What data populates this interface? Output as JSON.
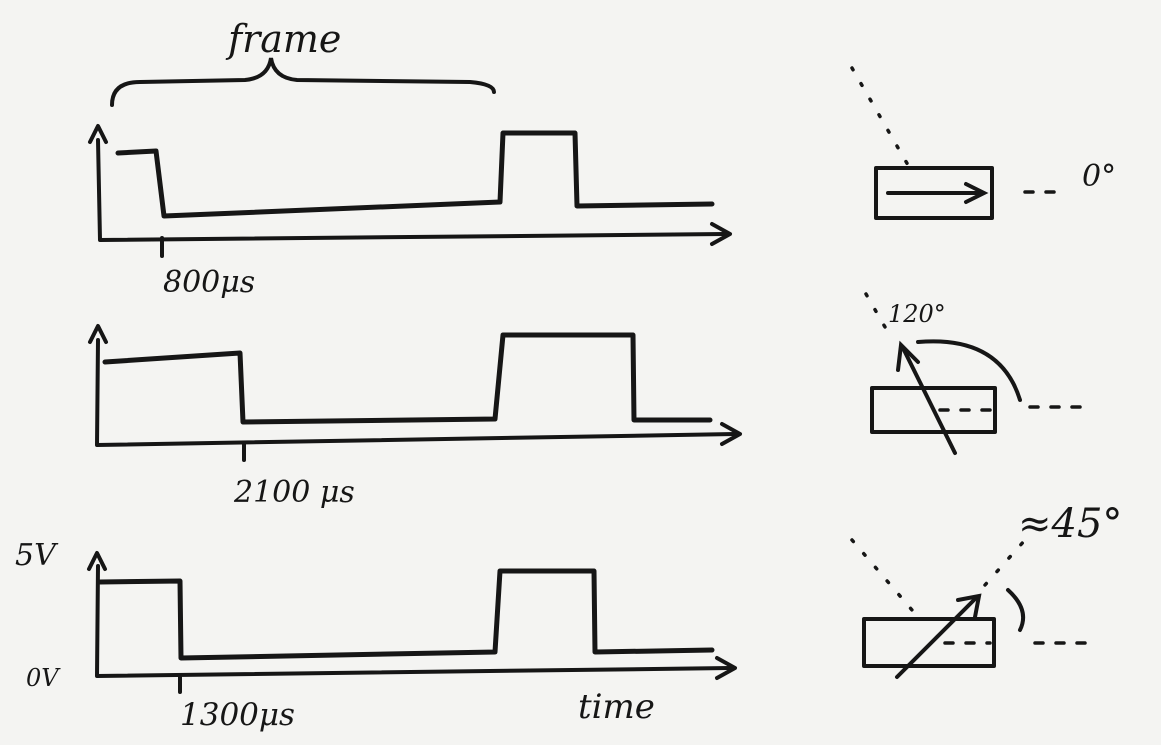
{
  "labels": {
    "frame": "frame",
    "time": "time",
    "voltage_high": "5V",
    "voltage_low": "0V"
  },
  "signals": [
    {
      "pulse_label": "800μs",
      "angle_label": "0°"
    },
    {
      "pulse_label": "2100 μs",
      "angle_label": "120°"
    },
    {
      "pulse_label": "1300μs",
      "angle_label": "≈45°"
    }
  ]
}
